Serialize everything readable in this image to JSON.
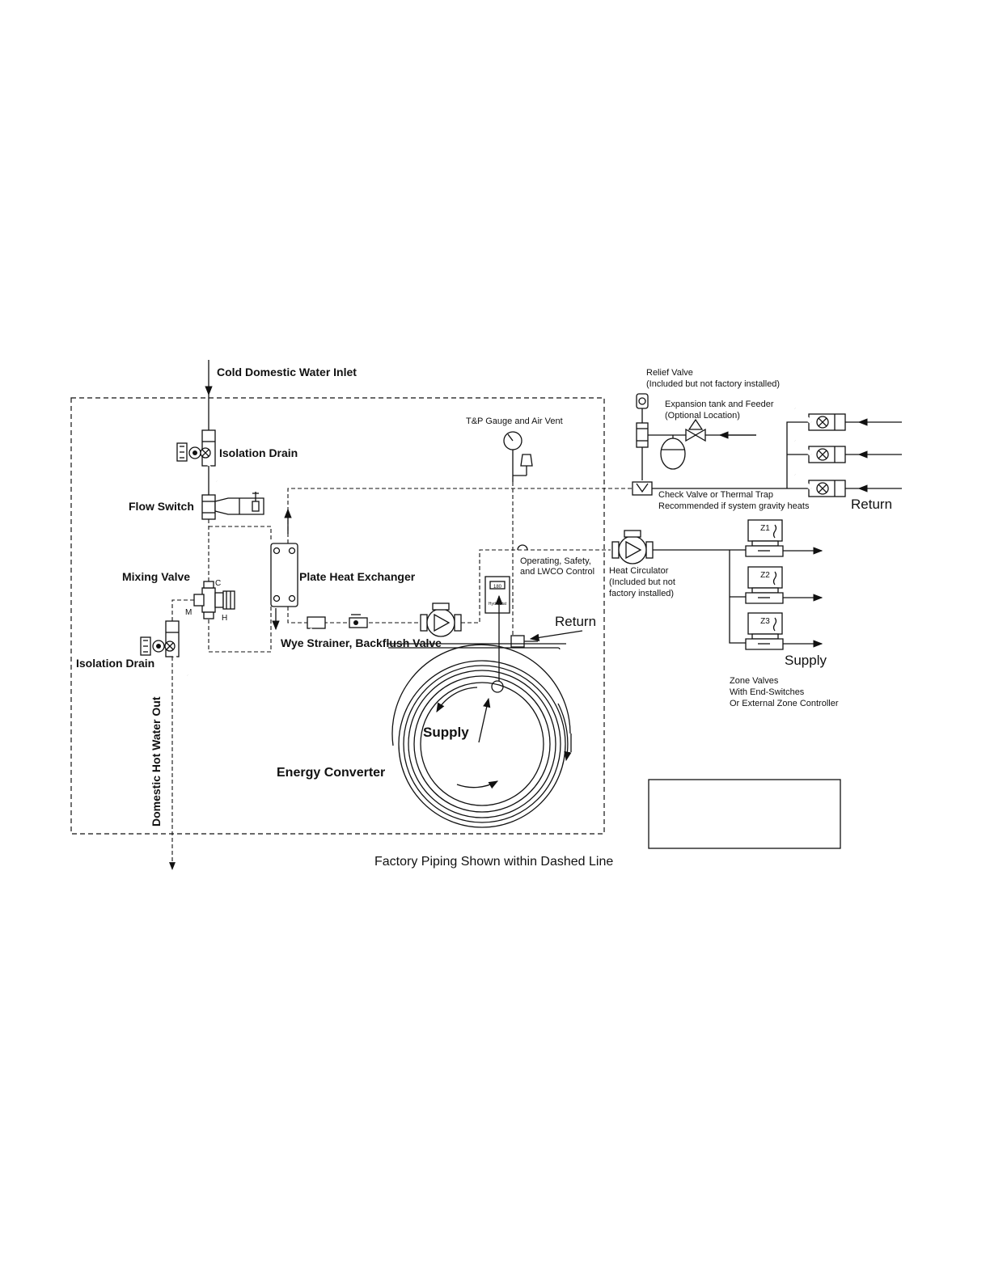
{
  "labels": {
    "cold_inlet": "Cold Domestic Water Inlet",
    "isolation_drain_top": "Isolation Drain",
    "flow_switch": "Flow Switch",
    "mixing_valve": "Mixing Valve",
    "mix_c": "C",
    "mix_m": "M",
    "mix_h": "H",
    "isolation_drain_bottom": "Isolation Drain",
    "domestic_hot_out": "Domestic Hot Water Out",
    "plate_hx": "Plate Heat Exchanger",
    "wye_strainer": "Wye Strainer, Backflush Valve",
    "tp_gauge": "T&P Gauge and Air Vent",
    "control_line1": "Operating, Safety,",
    "control_line2": "and LWCO Control",
    "control_display": "180",
    "control_brand": "HydroStat",
    "return_main": "Return",
    "supply_main": "Supply",
    "energy_converter": "Energy Converter",
    "relief_line1": "Relief Valve",
    "relief_line2": "(Included but not factory installed)",
    "expansion_line1": "Expansion tank and Feeder",
    "expansion_line2": "(Optional Location)",
    "check_line1": "Check Valve or Thermal Trap",
    "check_line2": "Recommended if system gravity heats",
    "return_right": "Return",
    "circ_line1": "Heat Circulator",
    "circ_line2": "(Included but not",
    "circ_line3": "factory installed)",
    "z1": "Z1",
    "z2": "Z2",
    "z3": "Z3",
    "supply_right": "Supply",
    "zone_line1": "Zone Valves",
    "zone_line2": "With End-Switches",
    "zone_line3": "Or External Zone Controller",
    "caption": "Factory Piping Shown within Dashed Line"
  }
}
